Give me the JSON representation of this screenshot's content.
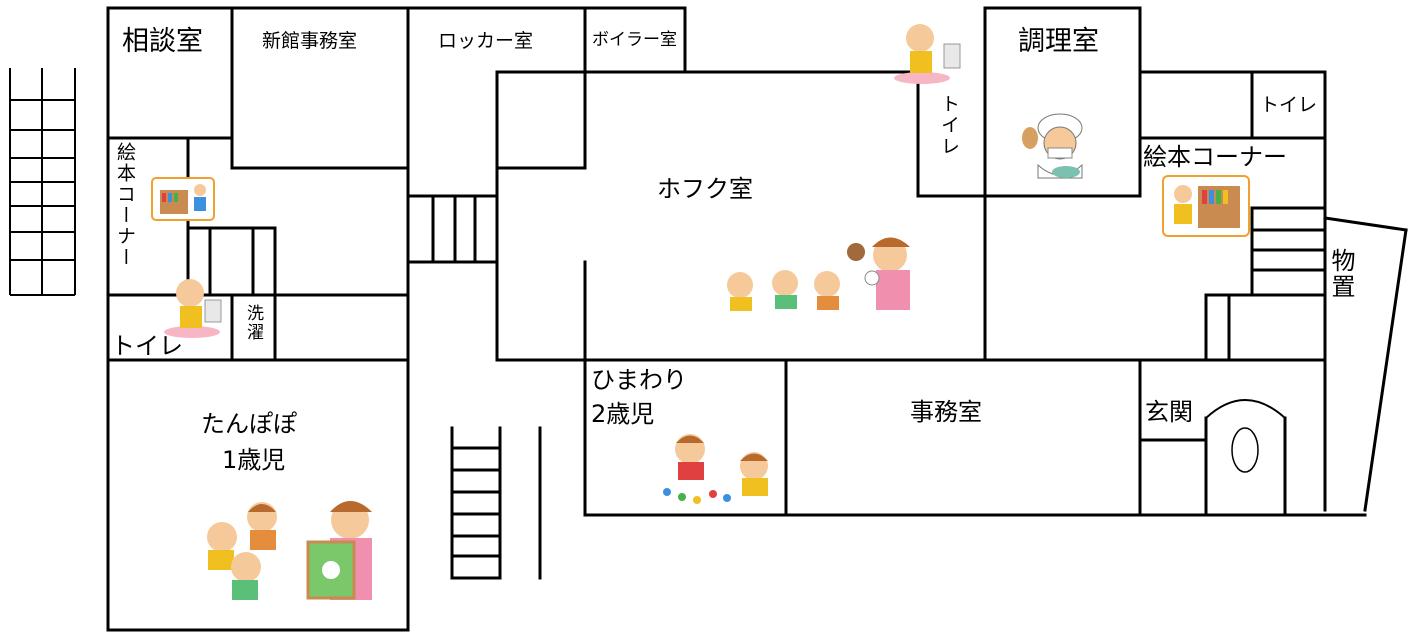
{
  "rooms": {
    "soudan": "相談室",
    "shinkan_jimu": "新館事務室",
    "locker": "ロッカー室",
    "boiler": "ボイラー室",
    "chouri": "調理室",
    "toilet_right": "トイレ",
    "toilet_upper_vertical": "トイレ",
    "ehon_right": "絵本コーナー",
    "hofuku": "ホフク室",
    "ehon_left_vertical": "絵本コーナー",
    "toilet_left": "トイレ",
    "sentaku_vertical": "洗濯",
    "monooki_vertical": "物置",
    "himawari_line1": "ひまわり",
    "himawari_line2": "2歳児",
    "jimushitsu": "事務室",
    "genkan": "玄関",
    "tanpopo_line1": "たんぽぽ",
    "tanpopo_line2": "1歳児"
  },
  "colors": {
    "wall": "#000000",
    "illustration_frame": "#f0a030",
    "background": "#ffffff"
  },
  "icons": [
    "bookshelf-child-icon",
    "potty-child-icon",
    "cook-icon",
    "puppet-show-icon",
    "playing-children-icon",
    "picture-book-reading-icon"
  ]
}
